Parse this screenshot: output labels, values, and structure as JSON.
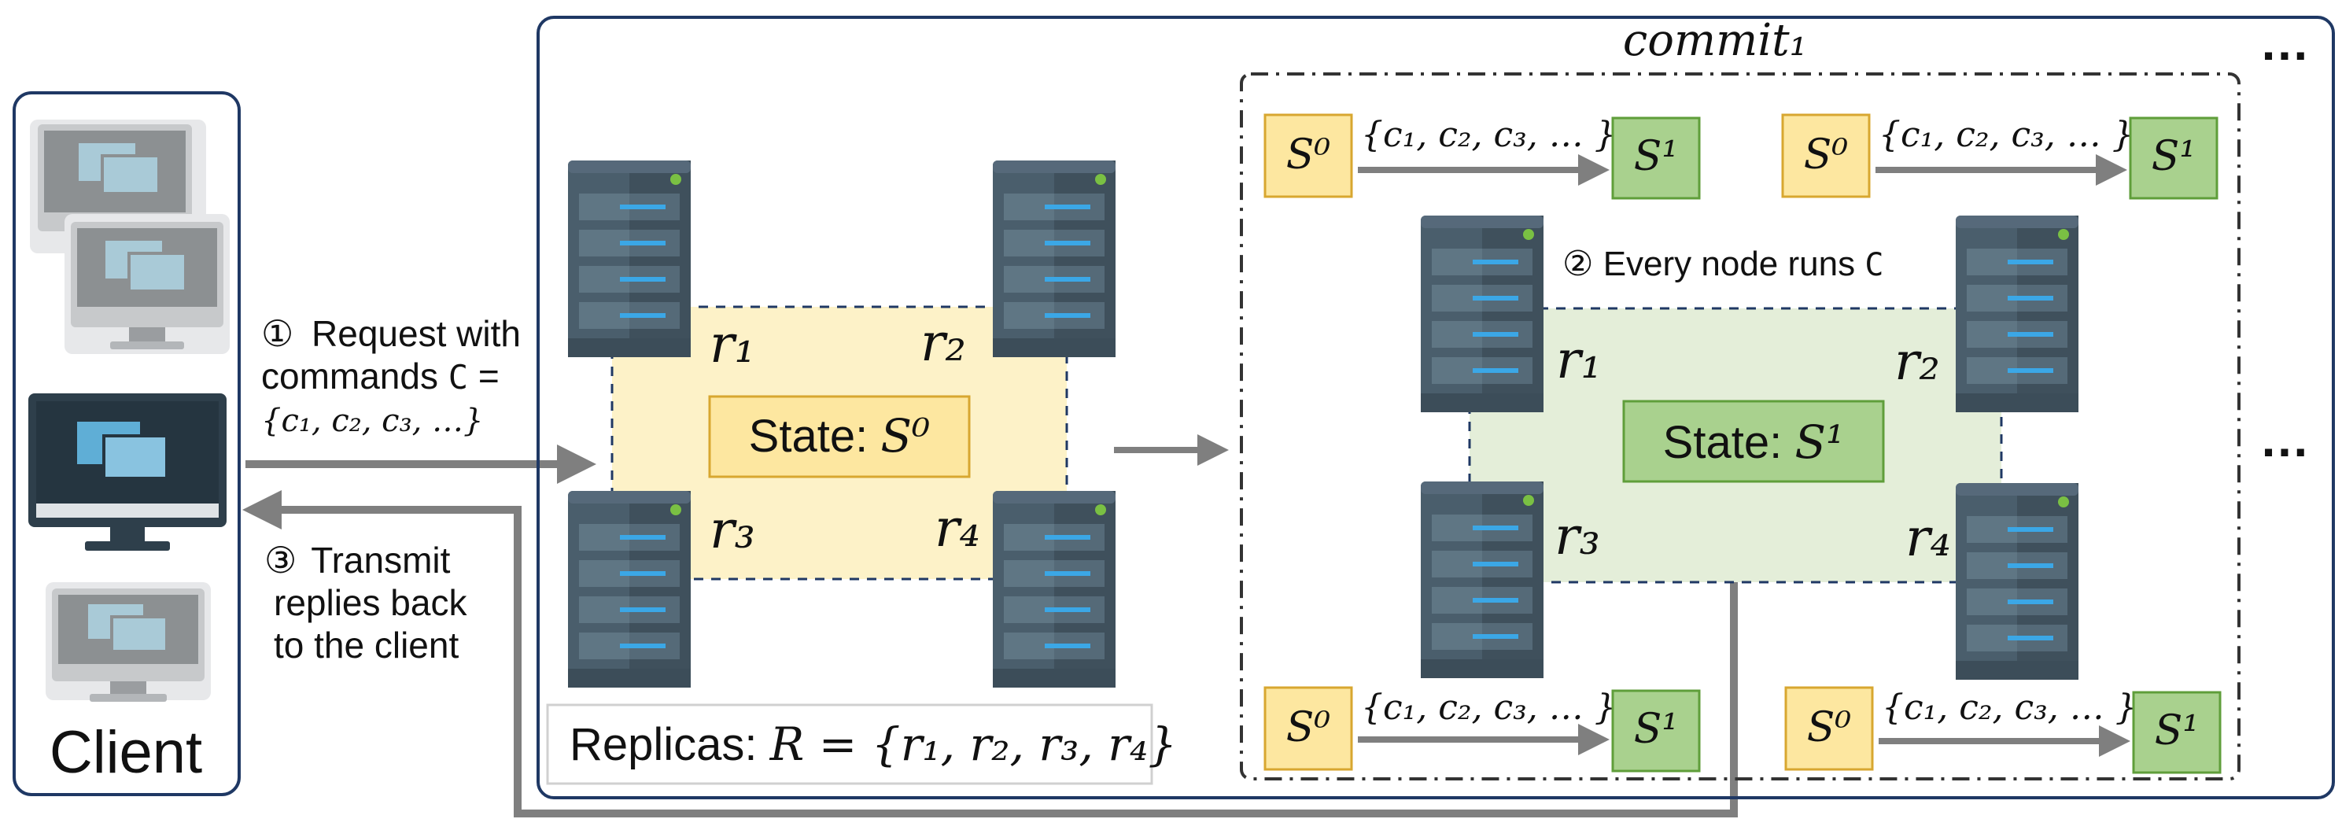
{
  "client": {
    "label": "Client"
  },
  "steps": {
    "step1": {
      "number": "①",
      "line1": "Request with",
      "line2_prefix": "commands ",
      "line2_var": "C",
      "line2_suffix": " =",
      "line3": "{c₁, c₂, c₃, …}"
    },
    "step2": {
      "number": "②",
      "text": " Every node runs ",
      "var": "C"
    },
    "step3": {
      "number": "③",
      "line1": " Transmit",
      "line2": "replies  back",
      "line3": "to the client"
    }
  },
  "cluster_initial": {
    "state_label": "State: ",
    "state_value": "S⁰",
    "replica_labels": [
      "r₁",
      "r₂",
      "r₃",
      "r₄"
    ],
    "replicas_caption_prefix": "Replicas: ",
    "replicas_caption_math": "R = {r₁, r₂, r₃, r₄}"
  },
  "commit_block": {
    "title": "commit₁",
    "state_label": "State: ",
    "state_value": "S¹",
    "replica_labels": [
      "r₁",
      "r₂",
      "r₃",
      "r₄"
    ],
    "transitions": [
      {
        "from": "S⁰",
        "commands": "{c₁, c₂, c₃, … }",
        "to": "S¹"
      },
      {
        "from": "S⁰",
        "commands": "{c₁, c₂, c₃, … }",
        "to": "S¹"
      },
      {
        "from": "S⁰",
        "commands": "{c₁, c₂, c₃, … }",
        "to": "S¹"
      },
      {
        "from": "S⁰",
        "commands": "{c₁, c₂, c₃, … }",
        "to": "S¹"
      }
    ]
  },
  "ellipsis": [
    "…",
    "…"
  ],
  "colors": {
    "server_body": "#4a5e6c",
    "server_light": "#5f7684",
    "server_dark": "#3c4d59",
    "server_led": "#7ac043",
    "server_slot": "#3ba7e6",
    "state_yellow_fill": "#fde7a0",
    "state_yellow_border": "#d8a730",
    "state_green_fill": "#a9d18e",
    "state_green_border": "#5f9e3a",
    "region_yellow": "#fdf2c8",
    "region_green": "#e4eed9",
    "arrow_gray": "#7f7f7f",
    "frame_navy": "#1f3864"
  },
  "icons": [
    "desktop-monitor-icon",
    "server-rack-icon"
  ]
}
